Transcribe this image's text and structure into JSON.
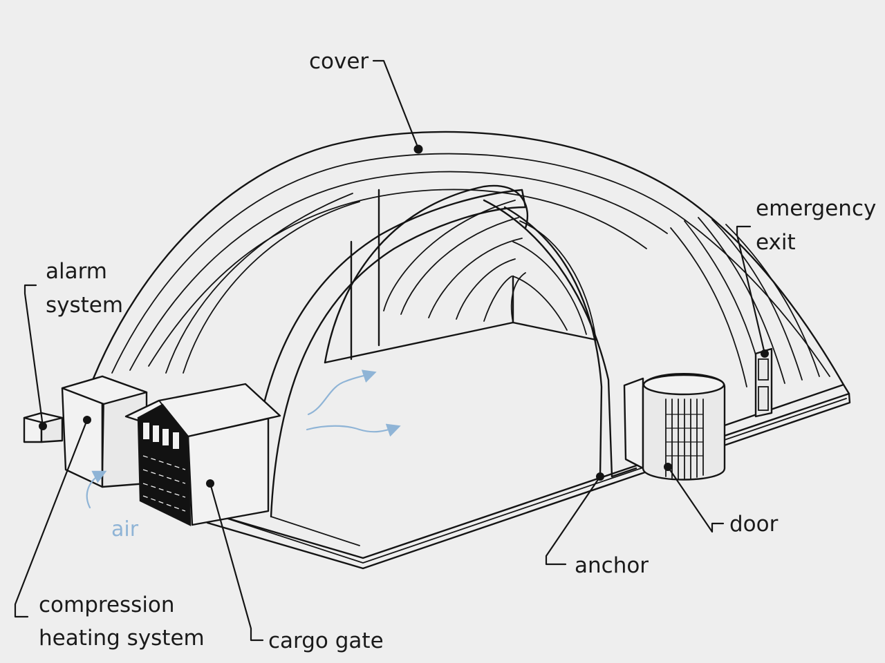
{
  "labels": {
    "cover": "cover",
    "emergency_exit_line1": "emergency",
    "emergency_exit_line2": "exit",
    "alarm_system_line1": "alarm",
    "alarm_system_line2": "system",
    "air": "air",
    "compression_heating_line1": "compression",
    "compression_heating_line2": "heating system",
    "cargo_gate": "cargo gate",
    "anchor": "anchor",
    "door": "door"
  },
  "colors": {
    "background": "#eeeeee",
    "line": "#141414",
    "air_arrow": "#8fb4d6"
  }
}
